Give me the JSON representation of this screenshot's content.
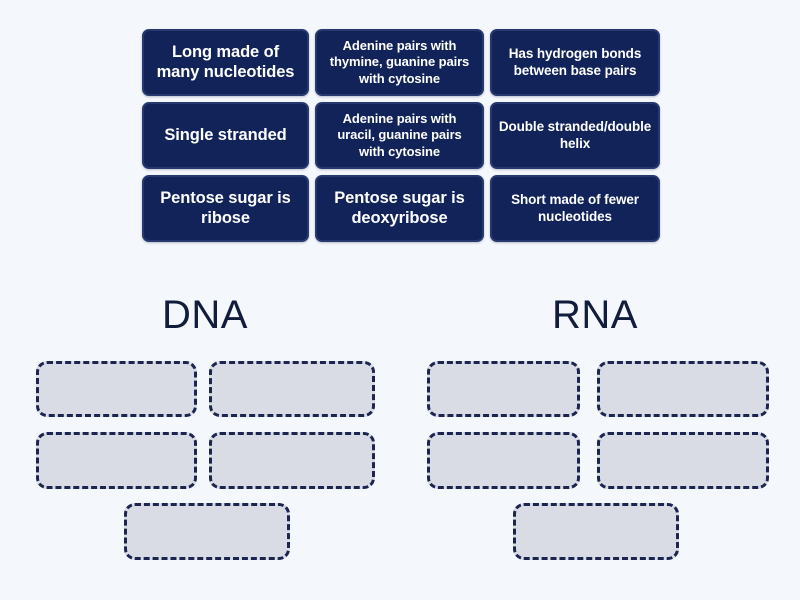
{
  "background_color": "#f4f7fc",
  "card_color": "#12235a",
  "card_border_color": "#26386e",
  "card_text_color": "#ffffff",
  "zone_fill_color": "#d9dce5",
  "zone_border_color": "#1b2550",
  "heading_color": "#121c3c",
  "card_bank": {
    "cards": [
      {
        "text": "Long made of many nucleotides",
        "size": "size-lg"
      },
      {
        "text": "Adenine pairs with thymine, guanine pairs with cytosine",
        "size": "size-sm"
      },
      {
        "text": "Has hydrogen bonds between base pairs",
        "size": "size-md"
      },
      {
        "text": "Single stranded",
        "size": "size-lg"
      },
      {
        "text": "Adenine pairs with uracil, guanine pairs with cytosine",
        "size": "size-sm"
      },
      {
        "text": "Double stranded/double helix",
        "size": "size-md"
      },
      {
        "text": "Pentose sugar is ribose",
        "size": "size-lg"
      },
      {
        "text": "Pentose sugar is deoxyribose",
        "size": "size-lg"
      },
      {
        "text": "Short made of fewer nucleotides",
        "size": "size-md"
      }
    ]
  },
  "groups": [
    {
      "title": "DNA",
      "zones": [
        {
          "content": "",
          "class": "z-dna-1"
        },
        {
          "content": "",
          "class": "z-dna-2"
        },
        {
          "content": "",
          "class": "z-dna-3"
        },
        {
          "content": "",
          "class": "z-dna-4"
        },
        {
          "content": "",
          "class": "z-dna-5"
        }
      ]
    },
    {
      "title": "RNA",
      "zones": [
        {
          "content": "",
          "class": "z-rna-1"
        },
        {
          "content": "",
          "class": "z-rna-2"
        },
        {
          "content": "",
          "class": "z-rna-3"
        },
        {
          "content": "",
          "class": "z-rna-4"
        },
        {
          "content": "",
          "class": "z-rna-5"
        }
      ]
    }
  ]
}
